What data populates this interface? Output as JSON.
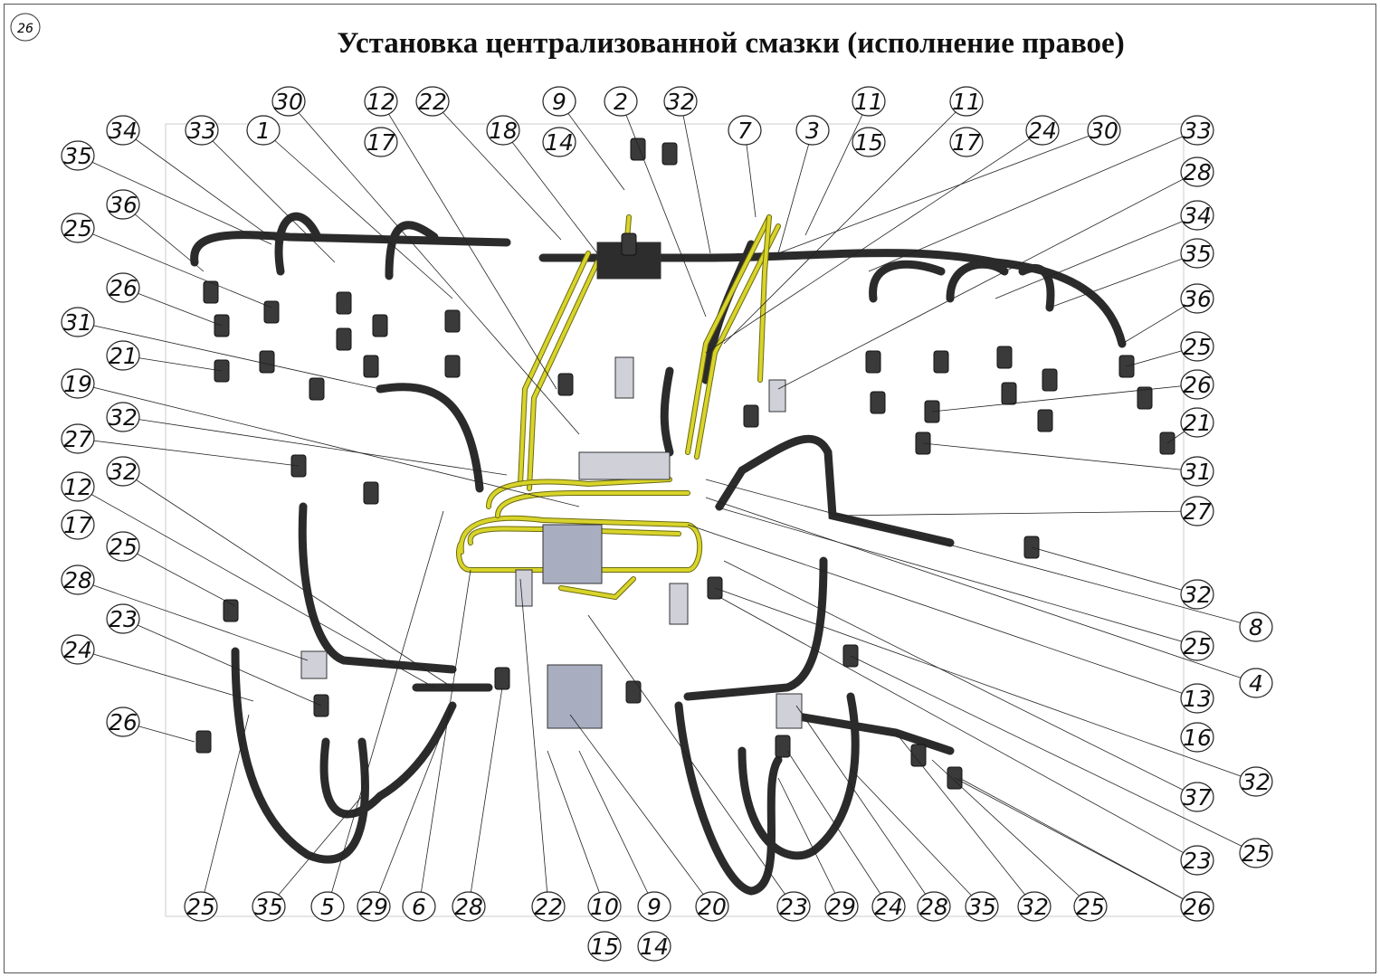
{
  "title": "Установка централизованной смазки (исполнение правое)",
  "sheet_number": "26",
  "colors": {
    "hose": "#2b2b2b",
    "tube": "#d8d42a",
    "block": "#a9adc0",
    "leader": "#222222"
  },
  "callouts": [
    "30",
    "12",
    "17",
    "22",
    "9",
    "14",
    "2",
    "32",
    "11",
    "15",
    "11",
    "17",
    "34",
    "33",
    "1",
    "18",
    "7",
    "3",
    "24",
    "30",
    "33",
    "35",
    "36",
    "25",
    "26",
    "31",
    "21",
    "19",
    "32",
    "27",
    "32",
    "12",
    "17",
    "25",
    "28",
    "23",
    "24",
    "26",
    "28",
    "34",
    "35",
    "36",
    "25",
    "26",
    "21",
    "31",
    "27",
    "32",
    "8",
    "25",
    "4",
    "13",
    "16",
    "32",
    "37",
    "23",
    "25",
    "26",
    "25",
    "35",
    "5",
    "29",
    "6",
    "28",
    "22",
    "10",
    "15",
    "9",
    "14",
    "20",
    "23",
    "29",
    "24",
    "28",
    "35",
    "32",
    "25",
    "26"
  ]
}
